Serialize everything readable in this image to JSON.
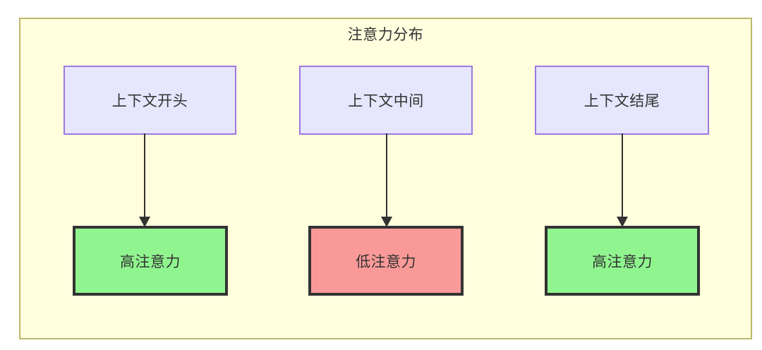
{
  "diagram": {
    "title": "注意力分布",
    "container": {
      "fill": "#ffffde",
      "border": "#bdb76b"
    },
    "context_nodes": [
      {
        "label": "上下文开头",
        "fill": "#e6e6fd",
        "border": "#9d7ae0"
      },
      {
        "label": "上下文中间",
        "fill": "#e6e6fd",
        "border": "#9d7ae0"
      },
      {
        "label": "上下文结尾",
        "fill": "#e6e6fd",
        "border": "#9d7ae0"
      }
    ],
    "attention_nodes": [
      {
        "label": "高注意力",
        "fill": "#90f58f",
        "border": "#333333"
      },
      {
        "label": "低注意力",
        "fill": "#fa9a98",
        "border": "#333333"
      },
      {
        "label": "高注意力",
        "fill": "#90f58f",
        "border": "#333333"
      }
    ],
    "edges": [
      {
        "from": "上下文开头",
        "to": "高注意力",
        "label": ""
      },
      {
        "from": "上下文中间",
        "to": "低注意力",
        "label": ""
      },
      {
        "from": "上下文结尾",
        "to": "高注意力",
        "label": ""
      }
    ]
  }
}
